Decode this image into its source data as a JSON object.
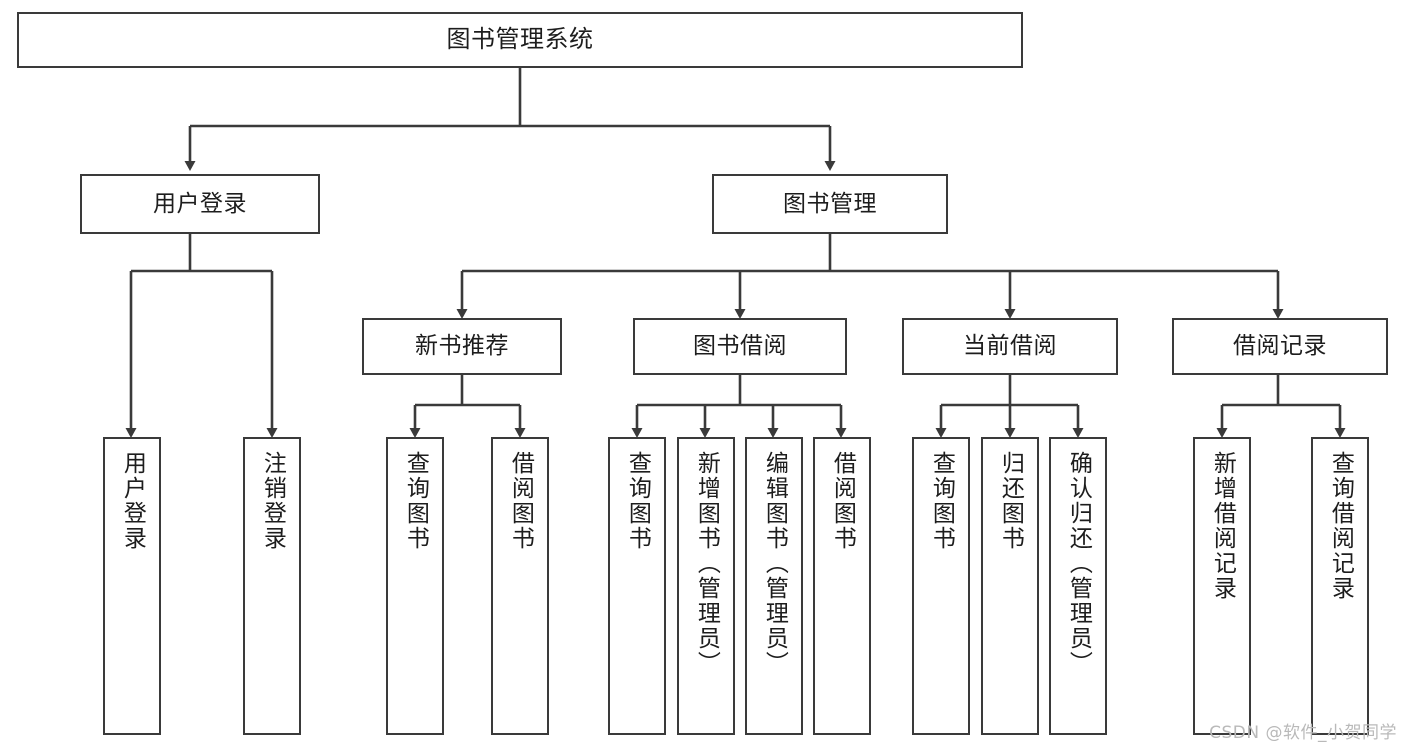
{
  "diagram": {
    "title": "图书管理系统",
    "type": "tree",
    "orientation": "top-down",
    "colors": {
      "box_border": "#3a3a3a",
      "box_fill": "#ffffff",
      "connector": "#3a3a3a",
      "text": "#1d1d1d",
      "background": "#ffffff",
      "watermark": "#b9b9b9"
    },
    "root": {
      "label": "图书管理系统"
    },
    "level2": [
      {
        "label": "用户登录"
      },
      {
        "label": "图书管理"
      }
    ],
    "level3": [
      {
        "label": "新书推荐"
      },
      {
        "label": "图书借阅"
      },
      {
        "label": "当前借阅"
      },
      {
        "label": "借阅记录"
      }
    ],
    "leaves": {
      "user_login": [
        {
          "label": "用户登录"
        },
        {
          "label": "注销登录"
        }
      ],
      "new_book_recommend": [
        {
          "label": "查询图书"
        },
        {
          "label": "借阅图书"
        }
      ],
      "book_borrow": [
        {
          "label": "查询图书"
        },
        {
          "label": "新增图书（管理员）"
        },
        {
          "label": "编辑图书（管理员）"
        },
        {
          "label": "借阅图书"
        }
      ],
      "current_borrow": [
        {
          "label": "查询图书"
        },
        {
          "label": "归还图书"
        },
        {
          "label": "确认归还（管理员）"
        }
      ],
      "borrow_record": [
        {
          "label": "新增借阅记录"
        },
        {
          "label": "查询借阅记录"
        }
      ]
    }
  },
  "watermark": {
    "text": "CSDN @软件_小贺同学"
  }
}
